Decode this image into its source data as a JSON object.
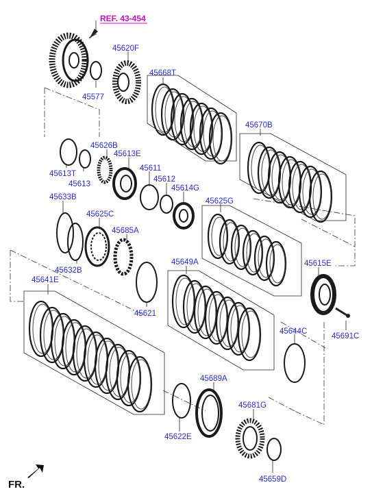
{
  "reference": {
    "text": "REF. 43-454",
    "color": "#c010c0"
  },
  "direction": {
    "text": "FR.",
    "icon": "front-arrow-icon"
  },
  "label_color": "#2b2bd6",
  "parts": [
    {
      "code": "45620F"
    },
    {
      "code": "45577"
    },
    {
      "code": "45668T"
    },
    {
      "code": "45670B"
    },
    {
      "code": "45626B"
    },
    {
      "code": "45613E"
    },
    {
      "code": "45611"
    },
    {
      "code": "45612"
    },
    {
      "code": "45614G"
    },
    {
      "code": "45613T"
    },
    {
      "code": "45613"
    },
    {
      "code": "45633B"
    },
    {
      "code": "45625C"
    },
    {
      "code": "45685A"
    },
    {
      "code": "45625G"
    },
    {
      "code": "45632B"
    },
    {
      "code": "45649A"
    },
    {
      "code": "45615E"
    },
    {
      "code": "45641E"
    },
    {
      "code": "45621"
    },
    {
      "code": "45644C"
    },
    {
      "code": "45691C"
    },
    {
      "code": "45689A"
    },
    {
      "code": "45681G"
    },
    {
      "code": "45622E"
    },
    {
      "code": "45659D"
    }
  ]
}
